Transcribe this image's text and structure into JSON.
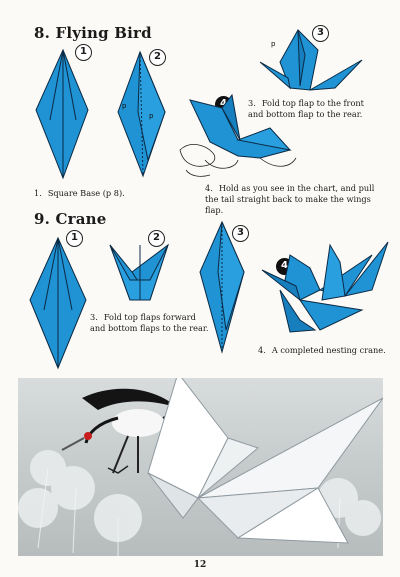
{
  "sections": [
    {
      "title": "8. Flying Bird",
      "steps": [
        {
          "num": "1"
        },
        {
          "num": "2"
        },
        {
          "num": "3"
        },
        {
          "num": "4"
        }
      ],
      "captions": [
        {
          "n": "1.",
          "text": "Square Base (p 8)."
        },
        {
          "n": "3.",
          "text": "Fold top flap to the front and bottom flap to the rear."
        },
        {
          "n": "4.",
          "text": "Hold as you see in the chart, and pull the tail straight back to make the wings flap."
        }
      ]
    },
    {
      "title": "9. Crane",
      "steps": [
        {
          "num": "1"
        },
        {
          "num": "2"
        },
        {
          "num": "3"
        },
        {
          "num": "4"
        }
      ],
      "captions": [
        {
          "n": "3.",
          "text": "Fold top flaps forward and bottom flaps to the rear."
        },
        {
          "n": "4.",
          "text": "A completed nesting crane."
        }
      ]
    }
  ],
  "diagram_labels": {
    "p": "p"
  },
  "colors": {
    "paper_blue": "#1f93d4",
    "paper_blue_dark": "#156fa8",
    "outline": "#0b2a44"
  },
  "page_number": "12"
}
